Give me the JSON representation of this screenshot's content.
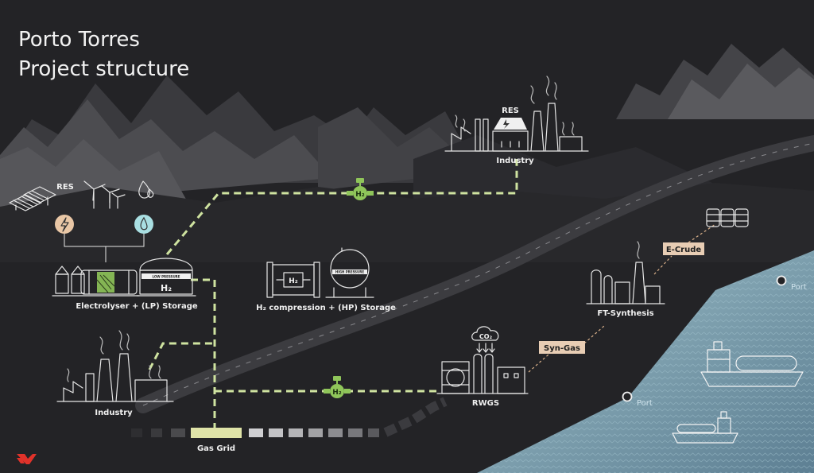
{
  "title": {
    "line1": "Porto Torres",
    "line2": "Project structure"
  },
  "labels": {
    "res_left": "RES",
    "res_top": "RES",
    "electrolyser": "Electrolyser + (LP) Storage",
    "low_pressure": "LOW PRESSURE",
    "high_pressure": "HIGH PRESSURE",
    "h2_tank": "H₂",
    "h2_compression_box": "H₂",
    "compression": "H₂ compression + (HP) Storage",
    "industry_top": "Industry",
    "industry_left": "Industry",
    "ft_synthesis": "FT-Synthesis",
    "rwgs": "RWGS",
    "co2": "CO₂",
    "gas_grid": "Gas Grid",
    "port1": "Port",
    "port2": "Port"
  },
  "tags": {
    "ecrude": "E-Crude",
    "syngas": "Syn-Gas"
  },
  "valves": {
    "valve_top": "H₂",
    "valve_bottom": "H₂"
  },
  "colors": {
    "background": "#232326",
    "pipeline": "#cfe3a0",
    "valve": "#8fc55a",
    "tag": "#e8cdb4",
    "sea": "#8fb3bf",
    "res_circle": "#e9c7a6",
    "water_circle": "#a9dfe2"
  },
  "icons": [
    "solar-panel-icon",
    "wind-turbine-icon",
    "water-drop-icon",
    "lightning-icon",
    "factory-icon",
    "tank-icon",
    "ship-icon",
    "brand-logo-icon"
  ]
}
